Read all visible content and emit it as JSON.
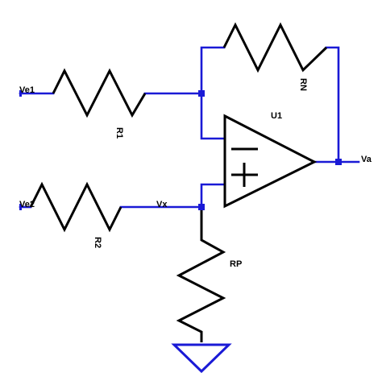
{
  "labels": {
    "ve1": "Ve1",
    "ve2": "Ve2",
    "r1": "R1",
    "r2": "R2",
    "rn": "RN",
    "rp": "RP",
    "u1": "U1",
    "va": "Va",
    "vx": "Vx"
  },
  "colors": {
    "wire": "#1a1ad6",
    "component": "#000000"
  }
}
